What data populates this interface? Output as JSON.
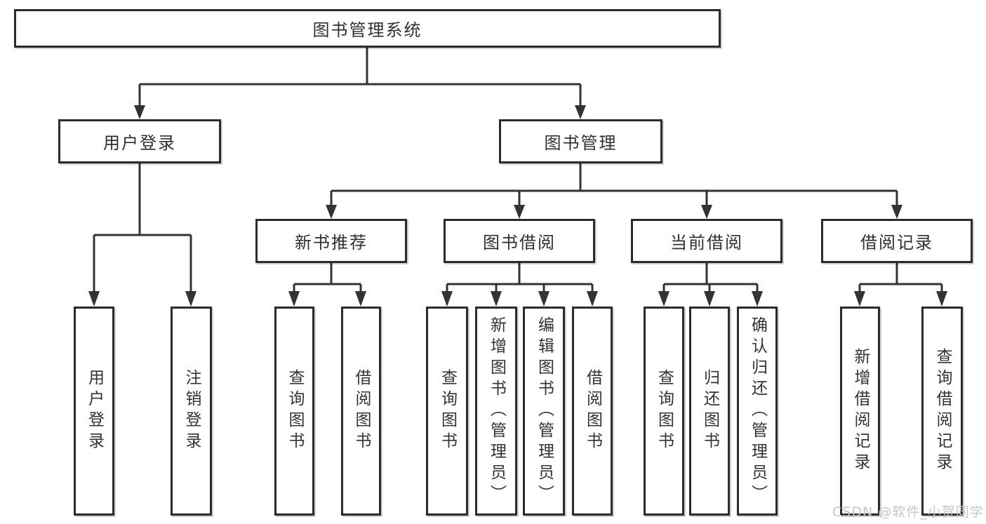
{
  "diagram": {
    "type": "tree",
    "colors": {
      "line": "#333333",
      "box_border": "#2b2b2b",
      "box_fill": "#ffffff",
      "text": "#2f2f2f",
      "watermark": "#c6c6c6"
    }
  },
  "nodes": {
    "root": {
      "label": "图书管理系统"
    },
    "user_login": {
      "label": "用户登录"
    },
    "book_mgmt": {
      "label": "图书管理"
    },
    "new_book_rec": {
      "label": "新书推荐"
    },
    "book_borrow": {
      "label": "图书借阅"
    },
    "current_borrow": {
      "label": "当前借阅"
    },
    "borrow_record": {
      "label": "借阅记录"
    },
    "leaf_user_login": {
      "label": "用户登录"
    },
    "leaf_logout": {
      "label": "注销登录"
    },
    "leaf_query_book_1": {
      "label": "查询图书"
    },
    "leaf_borrow_book_1": {
      "label": "借阅图书"
    },
    "leaf_query_book_2": {
      "label": "查询图书"
    },
    "leaf_add_book": {
      "label": "新增图书（管理员）"
    },
    "leaf_edit_book": {
      "label": "编辑图书（管理员）"
    },
    "leaf_borrow_book_2": {
      "label": "借阅图书"
    },
    "leaf_query_book_3": {
      "label": "查询图书"
    },
    "leaf_return_book": {
      "label": "归还图书"
    },
    "leaf_confirm_return": {
      "label": "确认归还（管理员）"
    },
    "leaf_add_record": {
      "label": "新增借阅记录"
    },
    "leaf_query_record": {
      "label": "查询借阅记录"
    }
  },
  "edges": [
    [
      "root",
      "user_login"
    ],
    [
      "root",
      "book_mgmt"
    ],
    [
      "user_login",
      "leaf_user_login"
    ],
    [
      "user_login",
      "leaf_logout"
    ],
    [
      "book_mgmt",
      "new_book_rec"
    ],
    [
      "book_mgmt",
      "book_borrow"
    ],
    [
      "book_mgmt",
      "current_borrow"
    ],
    [
      "book_mgmt",
      "borrow_record"
    ],
    [
      "new_book_rec",
      "leaf_query_book_1"
    ],
    [
      "new_book_rec",
      "leaf_borrow_book_1"
    ],
    [
      "book_borrow",
      "leaf_query_book_2"
    ],
    [
      "book_borrow",
      "leaf_add_book"
    ],
    [
      "book_borrow",
      "leaf_edit_book"
    ],
    [
      "book_borrow",
      "leaf_borrow_book_2"
    ],
    [
      "current_borrow",
      "leaf_query_book_3"
    ],
    [
      "current_borrow",
      "leaf_return_book"
    ],
    [
      "current_borrow",
      "leaf_confirm_return"
    ],
    [
      "borrow_record",
      "leaf_add_record"
    ],
    [
      "borrow_record",
      "leaf_query_record"
    ]
  ],
  "watermark": {
    "text": "CSDN @软件_小贺同学"
  }
}
